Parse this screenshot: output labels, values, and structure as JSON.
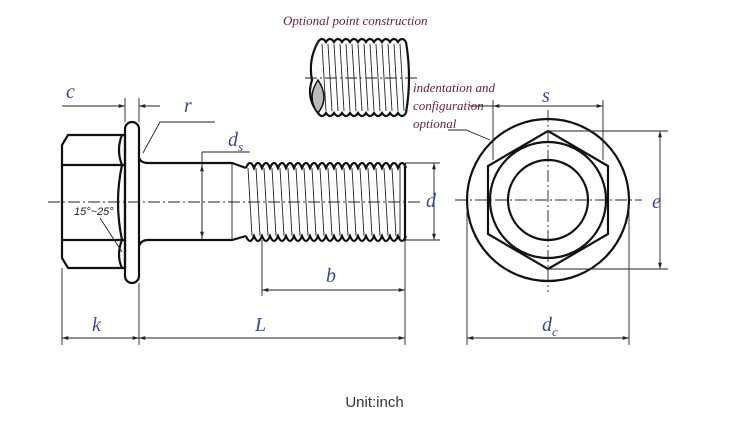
{
  "notes": {
    "optional_point": "Optional point construction",
    "indentation_1": "indentation and",
    "indentation_2": "configuration",
    "indentation_3": "optional"
  },
  "labels": {
    "c": "c",
    "r": "r",
    "ds": "d",
    "ds_sub": "s",
    "d": "d",
    "b": "b",
    "k": "k",
    "L": "L",
    "s": "s",
    "e": "e",
    "dc": "d",
    "dc_sub": "c",
    "angle": "15°~25°"
  },
  "footer": {
    "unit": "Unit:inch"
  }
}
